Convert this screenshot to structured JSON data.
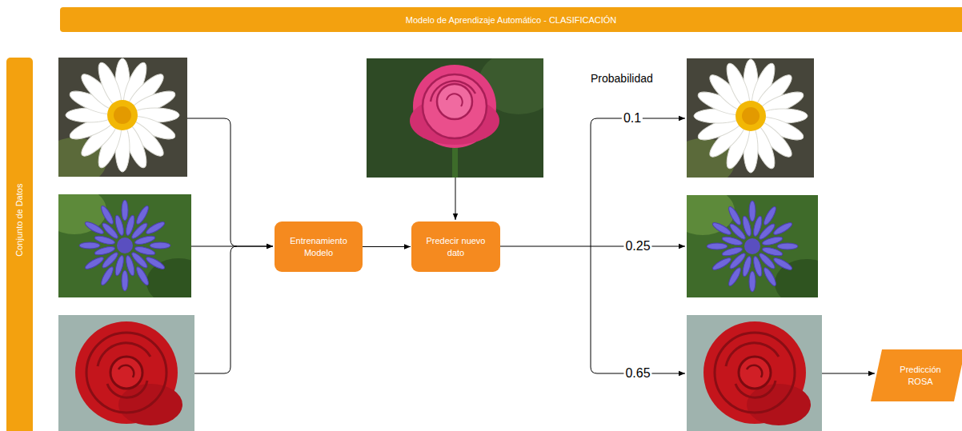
{
  "diagram": {
    "title": "Modelo de Aprendizaje Automático - CLASIFICACIÓN",
    "nodes": [
      {
        "text": [
          "Conjunto de Datos"
        ]
      },
      {
        "text": [
          "Entrenamiento Modelo"
        ]
      },
      {
        "text": [
          "Predecir nuevo dato"
        ]
      },
      {
        "text": [
          "Predicción ROSA"
        ]
      }
    ],
    "edges": [
      {
        "from": 1,
        "to": 2,
        "arrow": "to"
      }
    ],
    "labels": [
      "Probabilidad",
      "0.1",
      "0.25",
      "0.65"
    ]
  }
}
